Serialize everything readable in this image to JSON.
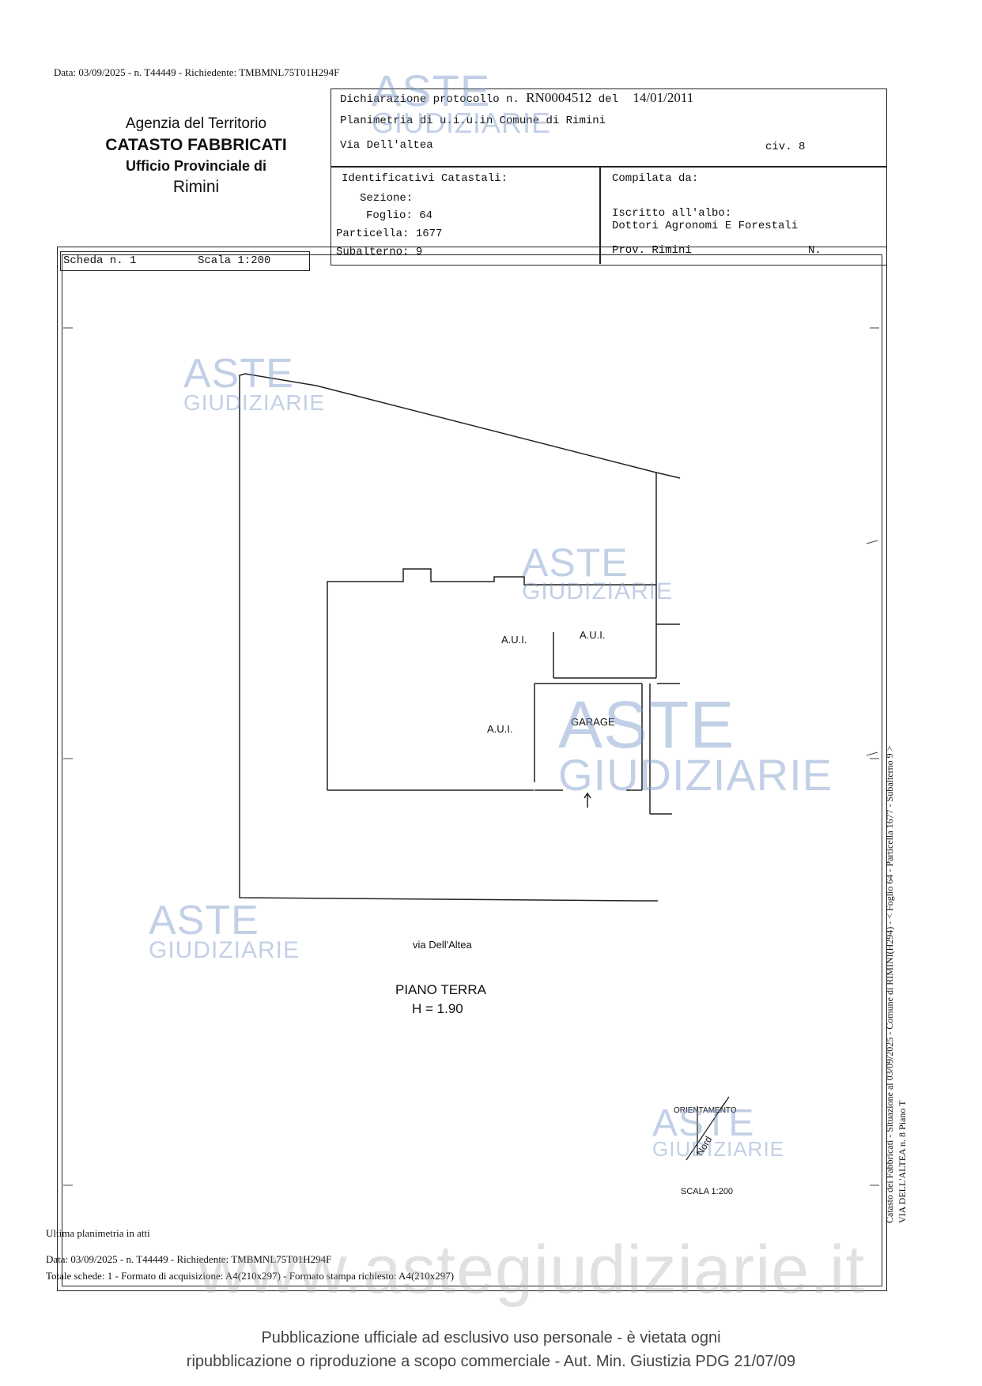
{
  "top_header": "Data: 03/09/2025 - n. T44449 - Richiedente: TMBMNL75T01H294F",
  "agency": {
    "line1": "Agenzia del Territorio",
    "line2": "CATASTO FABBRICATI",
    "line3": "Ufficio Provinciale di",
    "line4": "Rimini"
  },
  "declaration": {
    "protocol_label": "Dichiarazione protocollo n.",
    "protocol_number": "RN0004512",
    "del_label": "del",
    "date": "14/01/2011",
    "planimetria": "Planimetria di u.i.u.in Comune di Rimini",
    "address": "Via Dell'altea",
    "civ": "civ. 8"
  },
  "identifiers": {
    "title": "Identificativi Catastali:",
    "sezione": "Sezione:",
    "foglio": "Foglio: 64",
    "particella": "Particella: 1677",
    "subalterno": "Subalterno: 9"
  },
  "compiler": {
    "compilata": "Compilata da:",
    "iscritto": "Iscritto all'albo:",
    "albo": "Dottori Agronomi E Forestali",
    "prov": "Prov. Rimini",
    "n": "N."
  },
  "scheda": {
    "label": "Scheda n. 1",
    "scale": "Scala 1:200"
  },
  "plan": {
    "rooms": [
      "A.U.I.",
      "A.U.I.",
      "A.U.I.",
      "GARAGE"
    ],
    "street": "via Dell'Altea",
    "floor": "PIANO TERRA",
    "height": "H = 1.90",
    "orientation": "ORIENTAMENTO",
    "nord": "Nord",
    "scale": "SCALA 1:200"
  },
  "side_text": {
    "line1": "Catasto dei Fabbricati - Situazione al 03/09/2025 - Comune di RIMINI(H294) - < Foglio 64 - Particella 1677 - Subalterno 9 >",
    "line2": "VIA DELL'ALTEA n. 8 Piano T"
  },
  "footer": {
    "ultima": "Ultima planimetria in atti",
    "data": "Data: 03/09/2025 - n. T44449 - Richiedente: TMBMNL75T01H294F",
    "totale": "Totale schede: 1 - Formato di acquisizione: A4(210x297) - Formato stampa richiesto: A4(210x297)",
    "pub_line1": "Pubblicazione ufficiale ad esclusivo uso personale - è vietata ogni",
    "pub_line2": "ripubblicazione o riproduzione a scopo commerciale - Aut. Min. Giustizia PDG 21/07/09"
  },
  "watermark": {
    "w1": "ASTE",
    "w2": "GIUDIZIARIE",
    "site": "www.astegiudiziarie.it"
  },
  "colors": {
    "watermark": "#7896c8",
    "ink": "#111111"
  }
}
